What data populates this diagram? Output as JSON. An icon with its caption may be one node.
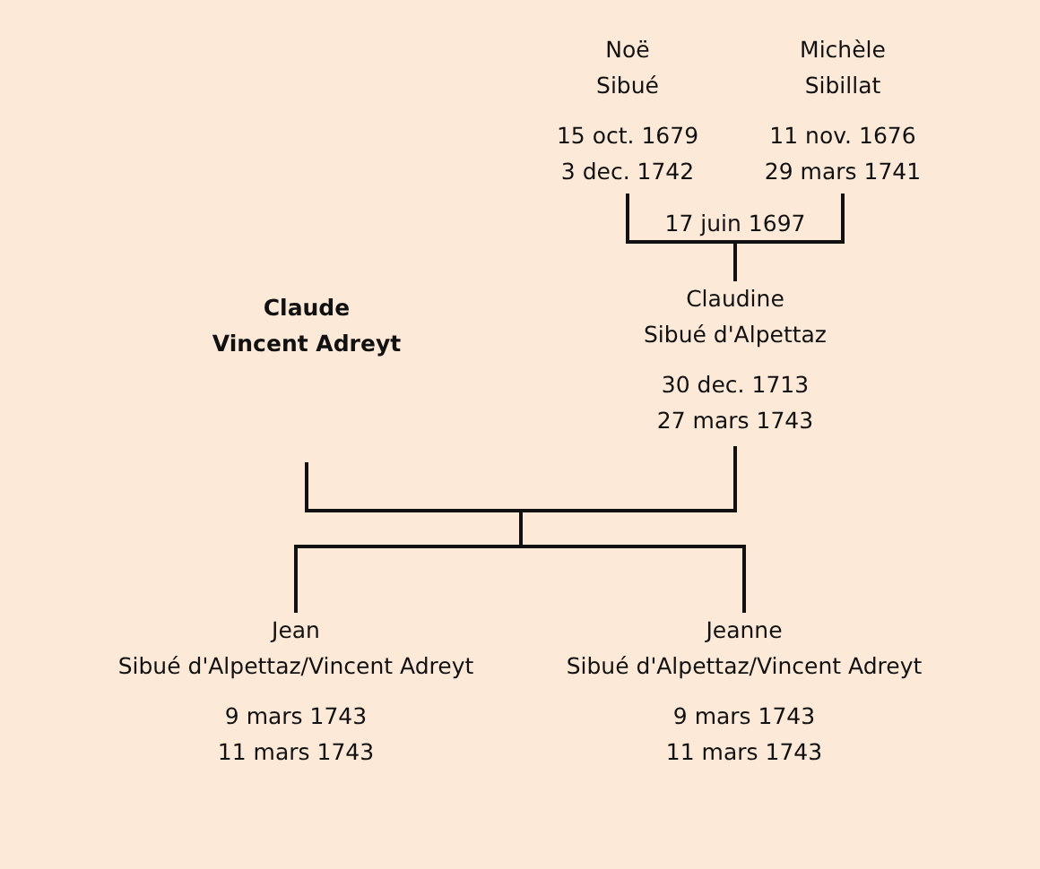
{
  "diagram": {
    "nodes": [
      {
        "text": [
          "Noë Sibué",
          "15 oct. 1679 3 dec. 1742"
        ]
      },
      {
        "text": [
          "Michèle Sibillat",
          "11 nov. 1676 29 mars 1741"
        ]
      },
      {
        "text": [
          "Claude Vincent Adreyt"
        ]
      },
      {
        "text": [
          "Claudine Sibué d'Alpettaz",
          "30 dec. 1713 27 mars 1743"
        ]
      },
      {
        "text": [
          "Jean Sibué d'Alpettaz/Vincent Adreyt",
          "9 mars 1743 11 mars 1743"
        ]
      },
      {
        "text": [
          "Jeanne Sibué d'Alpettaz/Vincent Adreyt",
          "9 mars 1743 11 mars 1743"
        ]
      }
    ],
    "edges": [
      {
        "from": 0,
        "to": 3,
        "arrow": "none"
      },
      {
        "from": 1,
        "to": 3,
        "arrow": "none"
      },
      {
        "from": 2,
        "to": 4,
        "arrow": "none"
      },
      {
        "from": 2,
        "to": 5,
        "arrow": "none"
      },
      {
        "from": 3,
        "to": 4,
        "arrow": "none"
      },
      {
        "from": 3,
        "to": 5,
        "arrow": "none"
      }
    ],
    "labels": [
      "17 juin 1697"
    ]
  }
}
